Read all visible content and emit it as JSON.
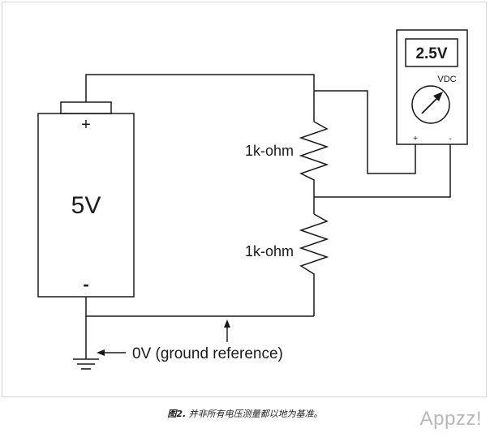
{
  "battery": {
    "voltage_label": "5V",
    "plus_symbol": "+",
    "minus_symbol": "-"
  },
  "resistors": {
    "top_label": "1k-ohm",
    "bottom_label": "1k-ohm"
  },
  "meter": {
    "display_value": "2.5V",
    "mode_label": "VDC",
    "plus_symbol": "+",
    "minus_symbol": "-"
  },
  "ground": {
    "label": "0V (ground reference)"
  },
  "caption": {
    "figure_label": "图2.",
    "text": " 并非所有电压测量都以地为基准。"
  },
  "watermark": {
    "text": "Appzz!"
  },
  "colors": {
    "wire": "#1a1a1a",
    "frame_border": "#d8d8d8",
    "watermark": "#b8b8b8"
  }
}
